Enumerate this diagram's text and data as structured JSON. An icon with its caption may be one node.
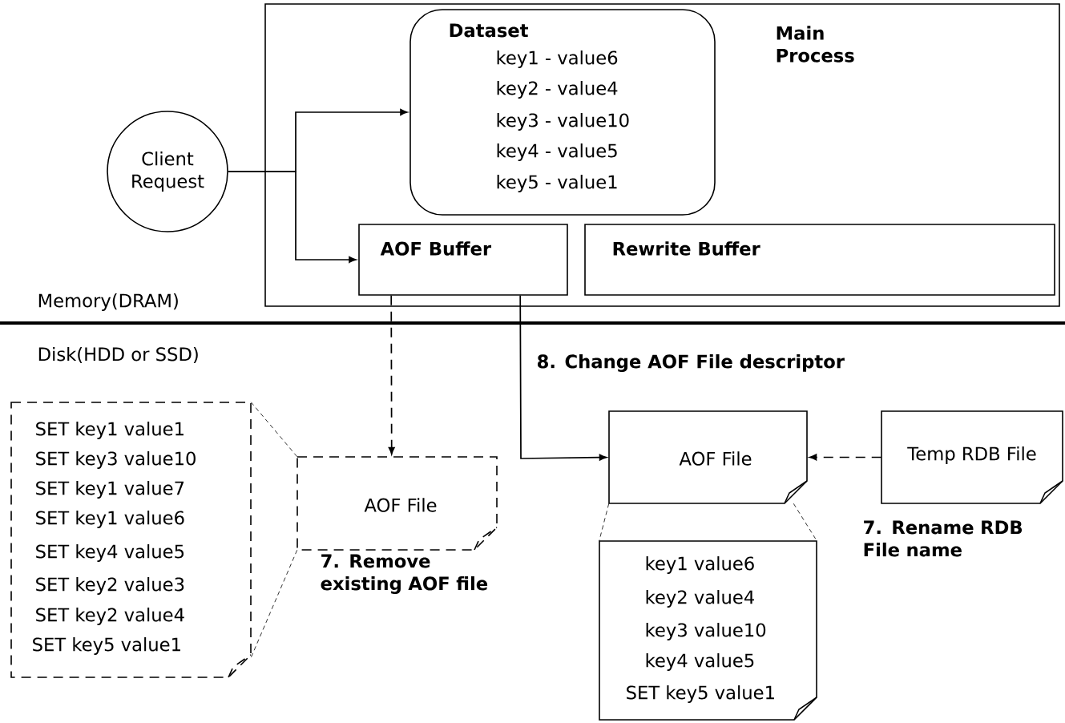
{
  "diagram": {
    "nodes": [
      {
        "text": [
          "Main Process"
        ]
      },
      {
        "text": [
          "Dataset",
          "key1 - value6",
          "key2 - value4",
          "key3 - value10",
          "key4 - value5",
          "key5 - value1"
        ],
        "in": 0
      },
      {
        "text": [
          "AOF Buffer"
        ],
        "in": 0
      },
      {
        "text": [
          "Rewrite Buffer"
        ],
        "in": 0
      },
      {
        "text": [
          "Client Request"
        ]
      },
      {
        "text": [
          "AOF File"
        ],
        "beside": [
          "7. Remove existing AOF file"
        ]
      },
      {
        "text": [
          "SET key1 value1",
          "SET key3 value10",
          "SET key1 value7",
          "SET key1 value6",
          "SET key4 value5",
          "SET key2 value3",
          "SET key2 value4",
          "SET key5 value1"
        ]
      },
      {
        "text": [
          "AOF File"
        ]
      },
      {
        "text": [
          "Temp RDB File"
        ],
        "beside": [
          "7. Rename RDB File name"
        ]
      },
      {
        "text": [
          "key1 value6",
          "key2 value4",
          "key3 value10",
          "key4 value5",
          "SET key5 value1"
        ]
      }
    ],
    "edges": [
      {
        "from": 4,
        "to": 1,
        "arrow": "to"
      },
      {
        "from": 4,
        "to": 2,
        "arrow": "to"
      },
      {
        "from": 2,
        "to": 5,
        "arrow": "to",
        "style": "dashed"
      },
      {
        "from": 2,
        "to": 7,
        "arrow": "to"
      },
      {
        "from": 8,
        "to": 7,
        "arrow": "to",
        "style": "dashed"
      },
      {
        "from": 5,
        "to": 6,
        "arrow": "none",
        "style": "dashed"
      },
      {
        "from": 5,
        "to": 6,
        "arrow": "none",
        "style": "dashed"
      },
      {
        "from": 7,
        "to": 9,
        "arrow": "none",
        "style": "dashed"
      },
      {
        "from": 7,
        "to": 9,
        "arrow": "none",
        "style": "dashed"
      }
    ],
    "labels": [
      "Memory(DRAM)",
      "Disk(HDD or SSD)",
      "8. Change AOF File descriptor"
    ]
  }
}
